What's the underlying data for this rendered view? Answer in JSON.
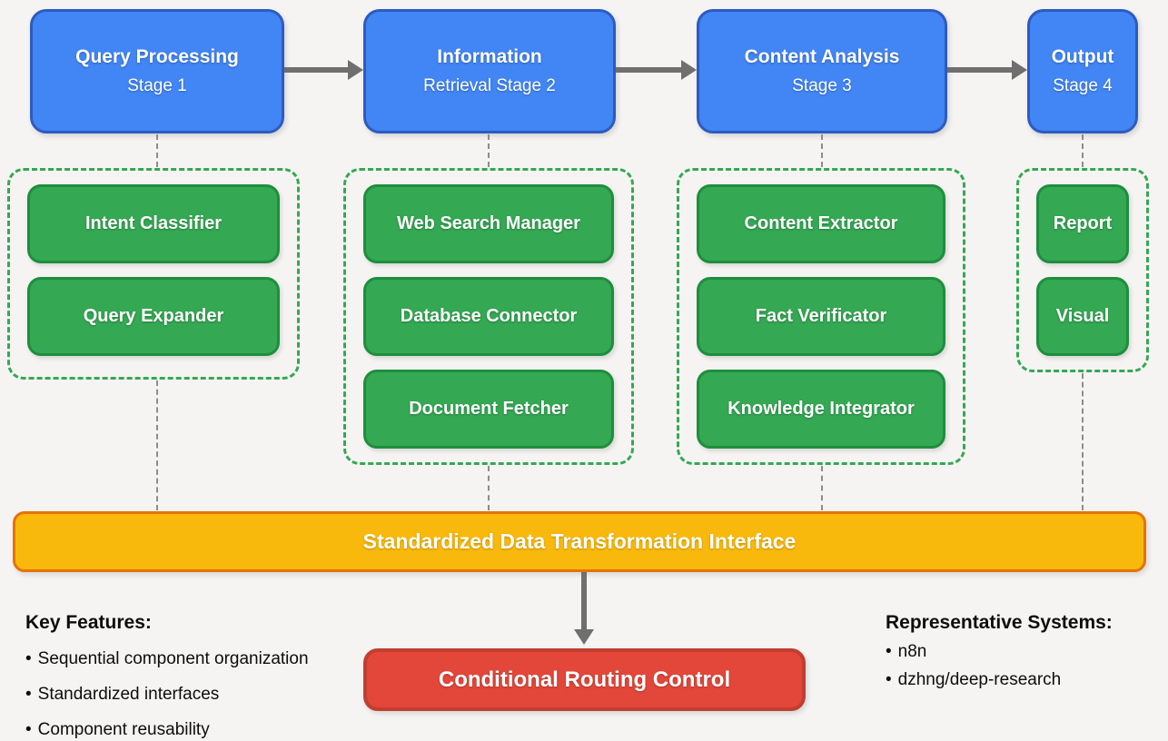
{
  "glyphs": {
    "bullet": "•"
  },
  "colors": {
    "background": "#f5f4f2",
    "stage_fill": "#4285f4",
    "stage_border": "#2d5bbf",
    "component_fill": "#34a853",
    "component_border": "#1e8e3e",
    "group_dash": "#34a853",
    "interface_fill": "#f9b90c",
    "interface_border": "#e8710a",
    "routing_fill": "#e2473a",
    "routing_border": "#c13e30",
    "arrow": "#6f6f6f",
    "connector_dash": "#8c8c8c",
    "text_on_box": "#ffffff",
    "text_plain": "#0d0d0d"
  },
  "pipeline": {
    "stages": [
      {
        "title": "Query Processing",
        "subtitle": "Stage 1",
        "components": [
          "Intent Classifier",
          "Query Expander"
        ]
      },
      {
        "title": "Information",
        "subtitle": "Retrieval Stage 2",
        "components": [
          "Web Search Manager",
          "Database Connector",
          "Document Fetcher"
        ]
      },
      {
        "title": "Content Analysis",
        "subtitle": "Stage 3",
        "components": [
          "Content Extractor",
          "Fact Verificator",
          "Knowledge Integrator"
        ]
      },
      {
        "title": "Output",
        "subtitle": "Stage 4",
        "components": [
          "Report",
          "Visual"
        ]
      }
    ],
    "interface_bar_label": "Standardized Data Transformation Interface",
    "routing_box_label": "Conditional Routing Control"
  },
  "key_features": {
    "heading": "Key Features:",
    "items": [
      "Sequential component organization",
      "Standardized interfaces",
      "Component reusability"
    ]
  },
  "representative_systems": {
    "heading": "Representative Systems:",
    "items": [
      "n8n",
      "dzhng/deep-research"
    ]
  }
}
